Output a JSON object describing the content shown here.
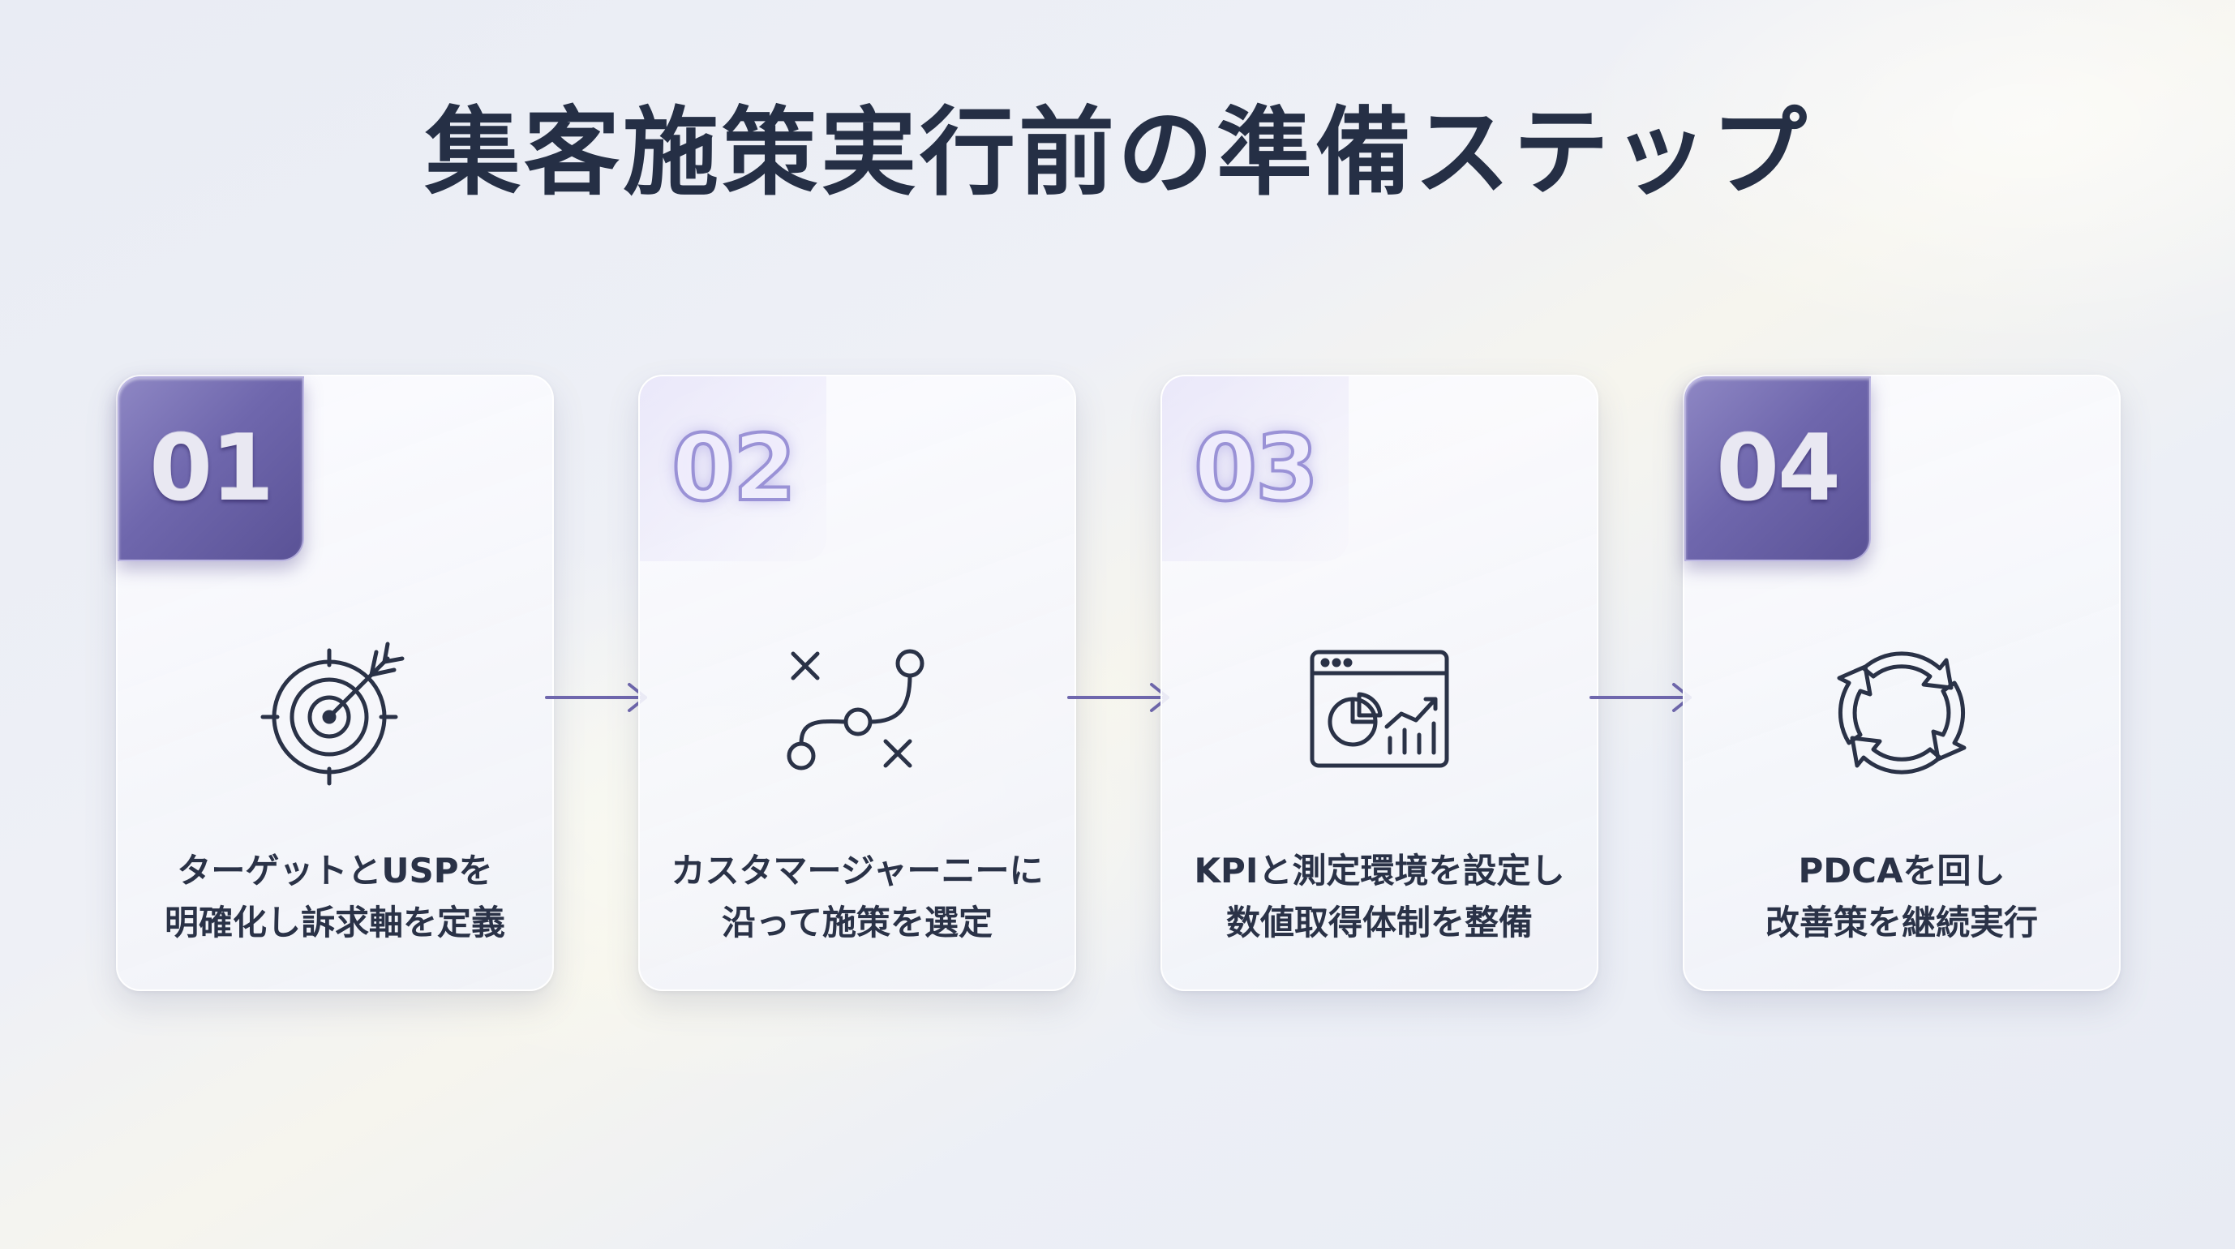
{
  "title": "集客施策実行前の準備ステップ",
  "accent_color": "#6f67ad",
  "text_color": "#2a3247",
  "steps": [
    {
      "number": "01",
      "icon": "target-icon",
      "line1": "ターゲットとUSPを",
      "line2": "明確化し訴求軸を定義"
    },
    {
      "number": "02",
      "icon": "journey-path-icon",
      "line1": "カスタマージャーニーに",
      "line2": "沿って施策を選定"
    },
    {
      "number": "03",
      "icon": "analytics-dashboard-icon",
      "line1": "KPIと測定環境を設定し",
      "line2": "数値取得体制を整備"
    },
    {
      "number": "04",
      "icon": "refresh-cycle-icon",
      "line1": "PDCAを回し",
      "line2": "改善策を継続実行"
    }
  ]
}
